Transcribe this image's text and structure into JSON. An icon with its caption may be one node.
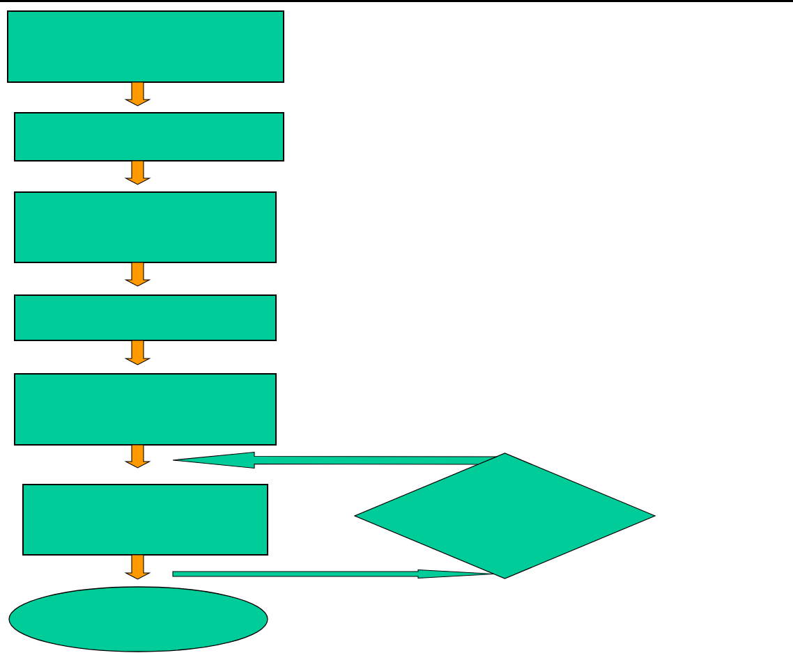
{
  "diagram": {
    "nodes": [
      {
        "text": [],
        "shape": "box"
      },
      {
        "text": [],
        "shape": "box"
      },
      {
        "text": [],
        "shape": "box"
      },
      {
        "text": [],
        "shape": "box"
      },
      {
        "text": [],
        "shape": "box"
      },
      {
        "text": [],
        "shape": "box"
      },
      {
        "text": [],
        "shape": "ellipse"
      },
      {
        "text": [],
        "shape": "diamond"
      }
    ],
    "edges": [
      {
        "from": 0,
        "to": 1,
        "arrow": "to"
      },
      {
        "from": 1,
        "to": 2,
        "arrow": "to"
      },
      {
        "from": 2,
        "to": 3,
        "arrow": "to"
      },
      {
        "from": 3,
        "to": 4,
        "arrow": "to"
      },
      {
        "from": 4,
        "to": 5,
        "arrow": "to"
      },
      {
        "from": 5,
        "to": 6,
        "arrow": "to"
      },
      {
        "from": 7,
        "to": null,
        "arrow": "to",
        "color": "#00cc99"
      },
      {
        "from": null,
        "to": 7,
        "arrow": "to",
        "color": "#00cc99"
      }
    ]
  }
}
